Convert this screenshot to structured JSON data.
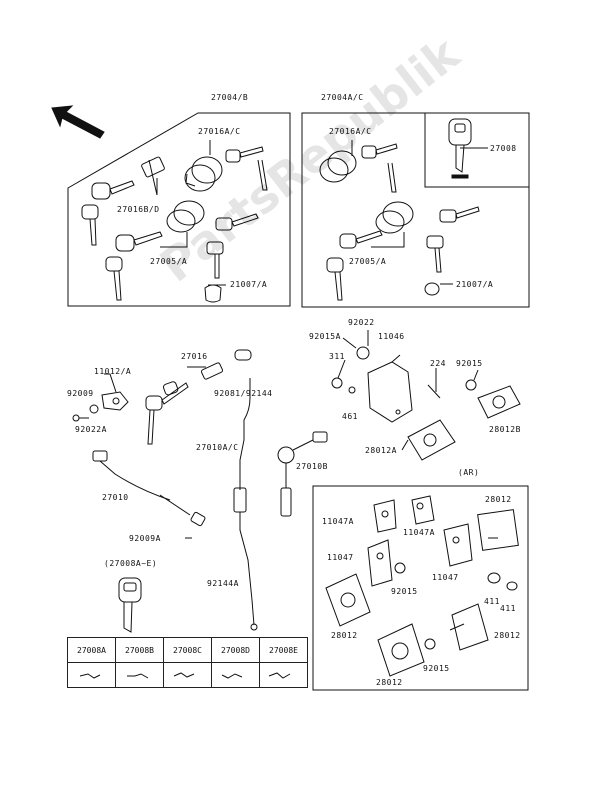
{
  "labels": {
    "group_left": "27004/B",
    "group_right": "27004A/C",
    "l_27016a_c": "27016A/C",
    "l_27016b_d": "27016B/D",
    "l_27005_a_left": "27005/A",
    "l_21007_a_left": "21007/A",
    "r_27016a_c": "27016A/C",
    "r_27005_a": "27005/A",
    "r_21007_a": "21007/A",
    "key_27008": "27008",
    "p27016": "27016",
    "p11012a": "11012/A",
    "p92009": "92009",
    "p92022a": "92022A",
    "p92081_92144": "92081/92144",
    "p27010a_c": "27010A/C",
    "p27010b": "27010B",
    "p27010": "27010",
    "p92009a": "92009A",
    "p92144a": "92144A",
    "p27008a_e": "(27008A~E)",
    "p92015a": "92015A",
    "p92022": "92022",
    "p11046": "11046",
    "p311": "311",
    "p461": "461",
    "p224": "224",
    "p92015": "92015",
    "p28012a": "28012A",
    "p28012b": "28012B",
    "ar": "(AR)",
    "ar_11047a_1": "11047A",
    "ar_11047a_2": "11047A",
    "ar_28012_top": "28012",
    "ar_11047_1": "11047",
    "ar_11047_2": "11047",
    "ar_92015_1": "92015",
    "ar_411_1": "411",
    "ar_411_2": "411",
    "ar_28012_mid": "28012",
    "ar_28012_right": "28012",
    "ar_92015_2": "92015",
    "ar_28012_bot": "28012"
  },
  "key_table": {
    "headers": [
      "27008A",
      "27008B",
      "27008C",
      "27008D",
      "27008E"
    ],
    "icons": [
      "key-cut-a",
      "key-cut-b",
      "key-cut-c",
      "key-cut-d",
      "key-cut-e"
    ]
  },
  "watermark": "PartsRepublik"
}
